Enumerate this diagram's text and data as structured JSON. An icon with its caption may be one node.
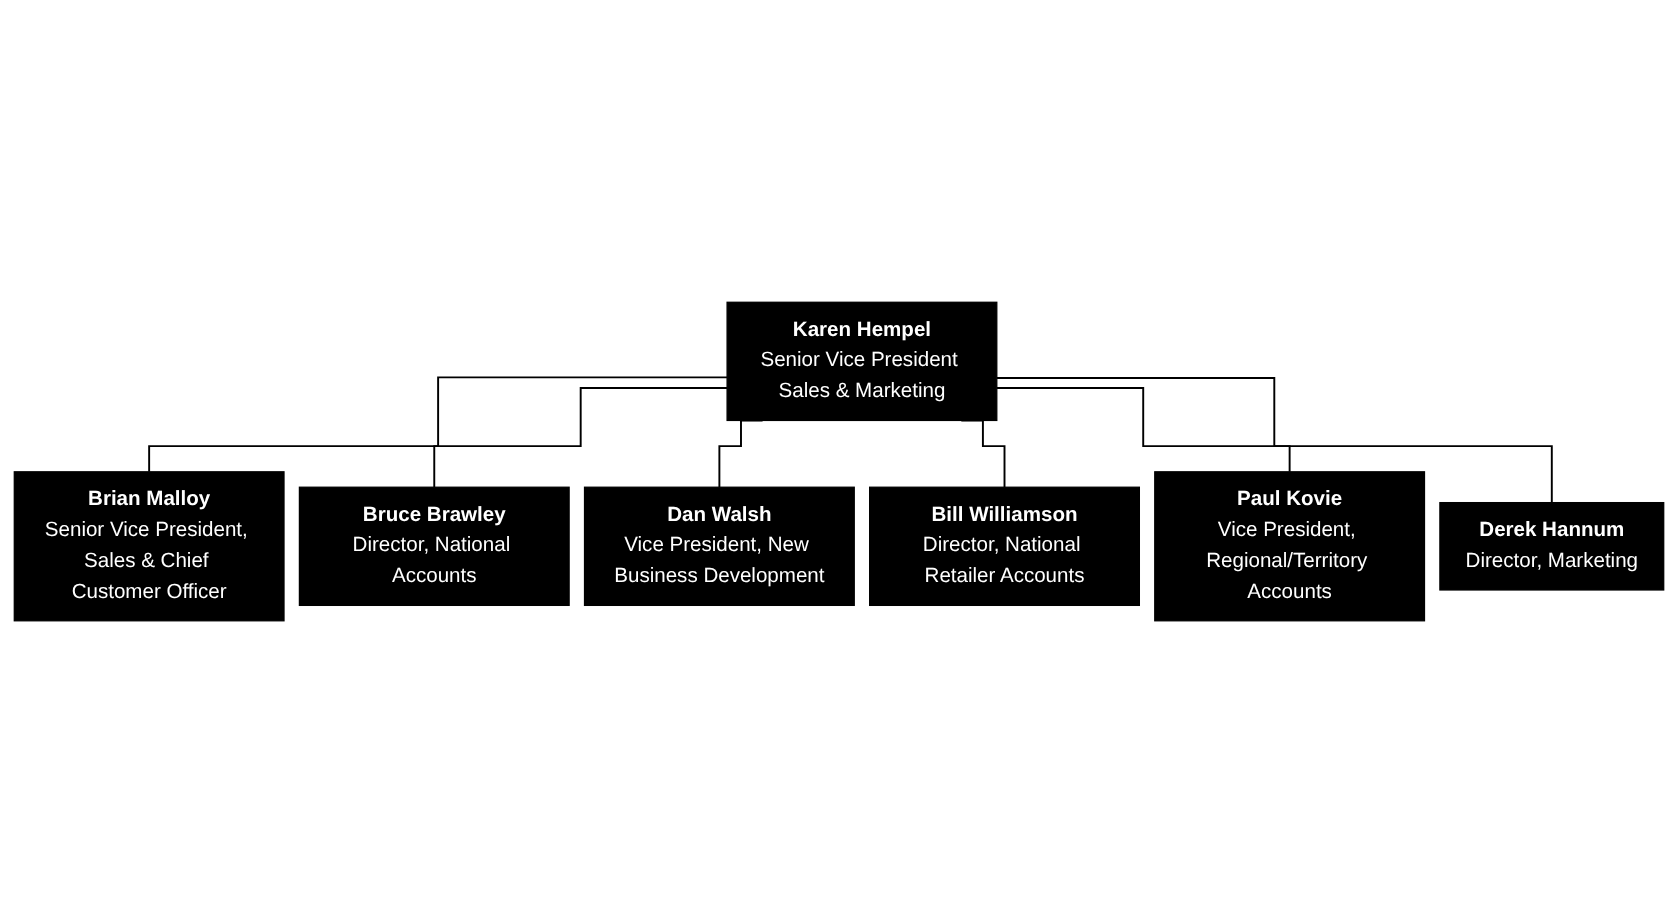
{
  "diagram": {
    "nodes": [
      {
        "text": [
          "Karen Hempel",
          "Senior Vice President Sales & Marketing"
        ]
      },
      {
        "text": [
          "Brian Malloy",
          "Senior Vice President, Sales & Chief Customer Officer"
        ]
      },
      {
        "text": [
          "Bruce Brawley",
          "Director, National Accounts"
        ]
      },
      {
        "text": [
          "Dan Walsh",
          "Vice President, New Business Development"
        ]
      },
      {
        "text": [
          "Bill Williamson",
          "Director, National Retailer Accounts"
        ]
      },
      {
        "text": [
          "Paul Kovie",
          "Vice President, Regional/Territory Accounts"
        ]
      },
      {
        "text": [
          "Derek Hannum",
          "Director, Marketing"
        ]
      }
    ],
    "edges": [
      {
        "from": 0,
        "to": 1,
        "arrow": "none"
      },
      {
        "from": 0,
        "to": 2,
        "arrow": "none"
      },
      {
        "from": 0,
        "to": 3,
        "arrow": "none"
      },
      {
        "from": 0,
        "to": 4,
        "arrow": "none"
      },
      {
        "from": 0,
        "to": 5,
        "arrow": "none"
      },
      {
        "from": 0,
        "to": 6,
        "arrow": "none"
      }
    ]
  }
}
